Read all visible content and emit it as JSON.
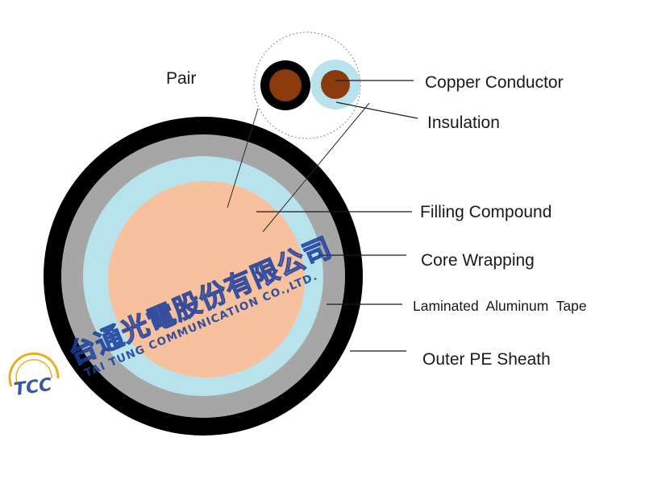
{
  "labels": {
    "pair": "Pair",
    "copper_conductor": "Copper Conductor",
    "insulation": "Insulation",
    "filling_compound": "Filling Compound",
    "core_wrapping": "Core Wrapping",
    "laminated_aluminum_tape": "Laminated  Aluminum  Tape",
    "outer_pe_sheath": "Outer PE Sheath"
  },
  "watermark": {
    "logo_text": "TCC",
    "company_cn": "台通光電股份有限公司",
    "company_en": "TAI TUNG COMMUNICATION CO.,LTD."
  },
  "colors": {
    "outer_sheath": "#000000",
    "aluminum_tape": "#a6a6a6",
    "core_wrapping": "#b8e2ec",
    "filling_compound": "#f8c19d",
    "copper": "#8b3a0e",
    "insulation_light": "#b8e2ec",
    "insulation_dark": "#000000",
    "watermark": "#1c3f9e",
    "logo_ring": "#e6a300"
  }
}
